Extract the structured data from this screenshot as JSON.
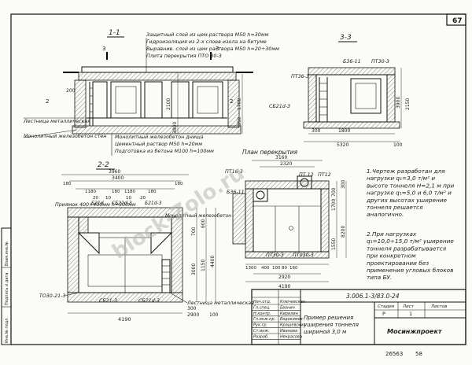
{
  "sheet": {
    "page_number": "67",
    "bottom_code": "26563",
    "bottom_sheet_index": "58"
  },
  "watermark": "block-Zolo.ru",
  "section_1_1": {
    "title": "1-1",
    "cut_marks": [
      "3",
      "3",
      "2",
      "2"
    ],
    "layers": [
      "Защитный слой из цем.раствора М50 h=30мм",
      "Гидроизоляция из 2-х слоев изола на битуме",
      "Выравнив. слой из цем раствора М50 h=20÷30мм",
      "Плита перекрытия ПТО 30-3"
    ],
    "callouts": [
      "Лестница металлическая",
      "Монолитный железобетон стен"
    ],
    "floor_notes": [
      "Монолитный железобетон днища",
      "Цементный раствор М50 h=20мм",
      "Подготовка из бетона М100 h=100мм"
    ],
    "dims": [
      "350",
      "1700",
      "2100",
      "3800",
      "200",
      "300"
    ]
  },
  "section_3_3": {
    "title": "3-3",
    "labels": [
      "Б36-11",
      "ПТ30-3",
      "ПТ36-3",
      "СБ21d-3"
    ],
    "dims": [
      "3900",
      "2150",
      "1800",
      "300",
      "5320",
      "100"
    ]
  },
  "section_2_2": {
    "title": "2-2",
    "dims_top": [
      "3960",
      "3400",
      "180",
      "180",
      "1180",
      "180",
      "1180",
      "180",
      "20",
      "10",
      "10",
      "20"
    ],
    "labels": [
      "Приямок 400×400мм h=300мм",
      "Б21d",
      "СБ21d-3",
      "Б21d-3",
      "Монолитный железобетон",
      "ТО30-21-3",
      "СБ21-3",
      "СБ21d-3",
      "Лестница металлическая"
    ],
    "dims_side": [
      "3000",
      "700",
      "600",
      "1150",
      "4400",
      "300",
      "2900",
      "100"
    ],
    "dim_bottom": "4190"
  },
  "plan": {
    "title": "План перекрытия",
    "labels": [
      "ПТ16-3",
      "ПТ 12",
      "ПТ12",
      "Б36-11",
      "ПТ30-3",
      "ПТ030-3"
    ],
    "dims_top": [
      "3160",
      "2320"
    ],
    "dims_right": [
      "1700",
      "8200",
      "700",
      "1550",
      "300"
    ],
    "dims_bottom": [
      "1300",
      "400",
      "100",
      "80",
      "160",
      "2920",
      "4190"
    ]
  },
  "notes": [
    "1.Чертеж разработан для нагрузки q₁=3,0 т/м² и высоте тоннеля Н=2,1 м при нагрузке q₁=5,0 и 6,0 т/м² и других высотах уширение тоннеля решается аналогично.",
    "2.При нагрузках q₁=10,0÷15,0 т/м² уширение тоннеля разрабатывается при конкретном проектировании без применения угловых блоков типа БУ."
  ],
  "title_block": {
    "document_code": "3.006.1-3/83.0-24",
    "title": "Пример решения уширения тоннеля шириной 3,0 м",
    "stage_header": "Стадия",
    "sheet_header": "Лист",
    "sheets_header": "Листов",
    "stage": "Р",
    "sheet": "1",
    "organization": "Мосинжпроект",
    "roles": [
      "Нач.отд.",
      "Гл.спец.",
      "Н.контр.",
      "Гл.инж.пр.",
      "Рук.гр.",
      "Ст.инж.",
      "Разраб."
    ],
    "names": [
      "Ключевская",
      "Евонин",
      "Кирилин",
      "Евдокимов",
      "Крашевских",
      "Иванова",
      "Некрасова"
    ]
  },
  "left_stamp": [
    "Инв.№ подл.",
    "Подпись и дата",
    "Взам.инв.№"
  ]
}
